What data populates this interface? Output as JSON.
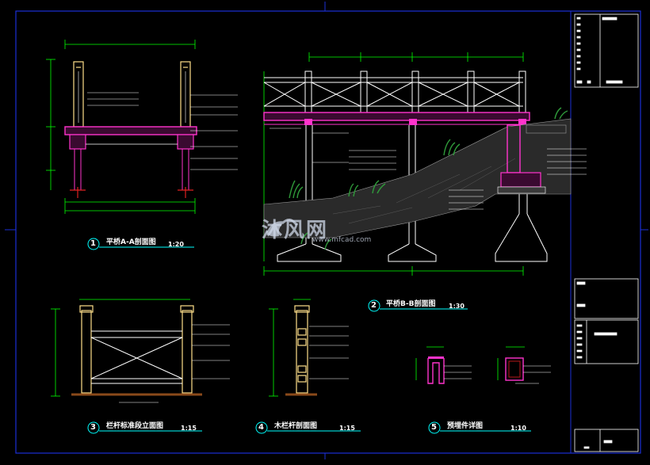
{
  "drawing": {
    "title_blocks": {
      "a_a_section": {
        "num": "1",
        "title": "平桥A-A剖面图",
        "scale": "1:20"
      },
      "b_b_section": {
        "num": "2",
        "title": "平桥B-B剖面图",
        "scale": "1:30"
      },
      "railing_elevation": {
        "num": "3",
        "title": "栏杆标准段立面图",
        "scale": "1:15"
      },
      "wood_railing_section": {
        "num": "4",
        "title": "木栏杆剖面图",
        "scale": "1:15"
      },
      "steel_embed_detail": {
        "num": "5",
        "title": "预埋件详图",
        "scale": "1:10"
      }
    },
    "watermark": {
      "main": "沐风网",
      "sub": "www.mfcad.com"
    },
    "colors": {
      "background": "#000000",
      "frame": "#1c2fd6",
      "structure": "#ffffff",
      "dimension": "#00ff00",
      "deck": "#ff33cc",
      "post": "#ffe08a",
      "railing_brown": "#8a4a1a",
      "plants": "#2f9a3a",
      "soil": "#9a9a9a",
      "leader_text": "#ffffff",
      "ground": "#e02020"
    }
  }
}
